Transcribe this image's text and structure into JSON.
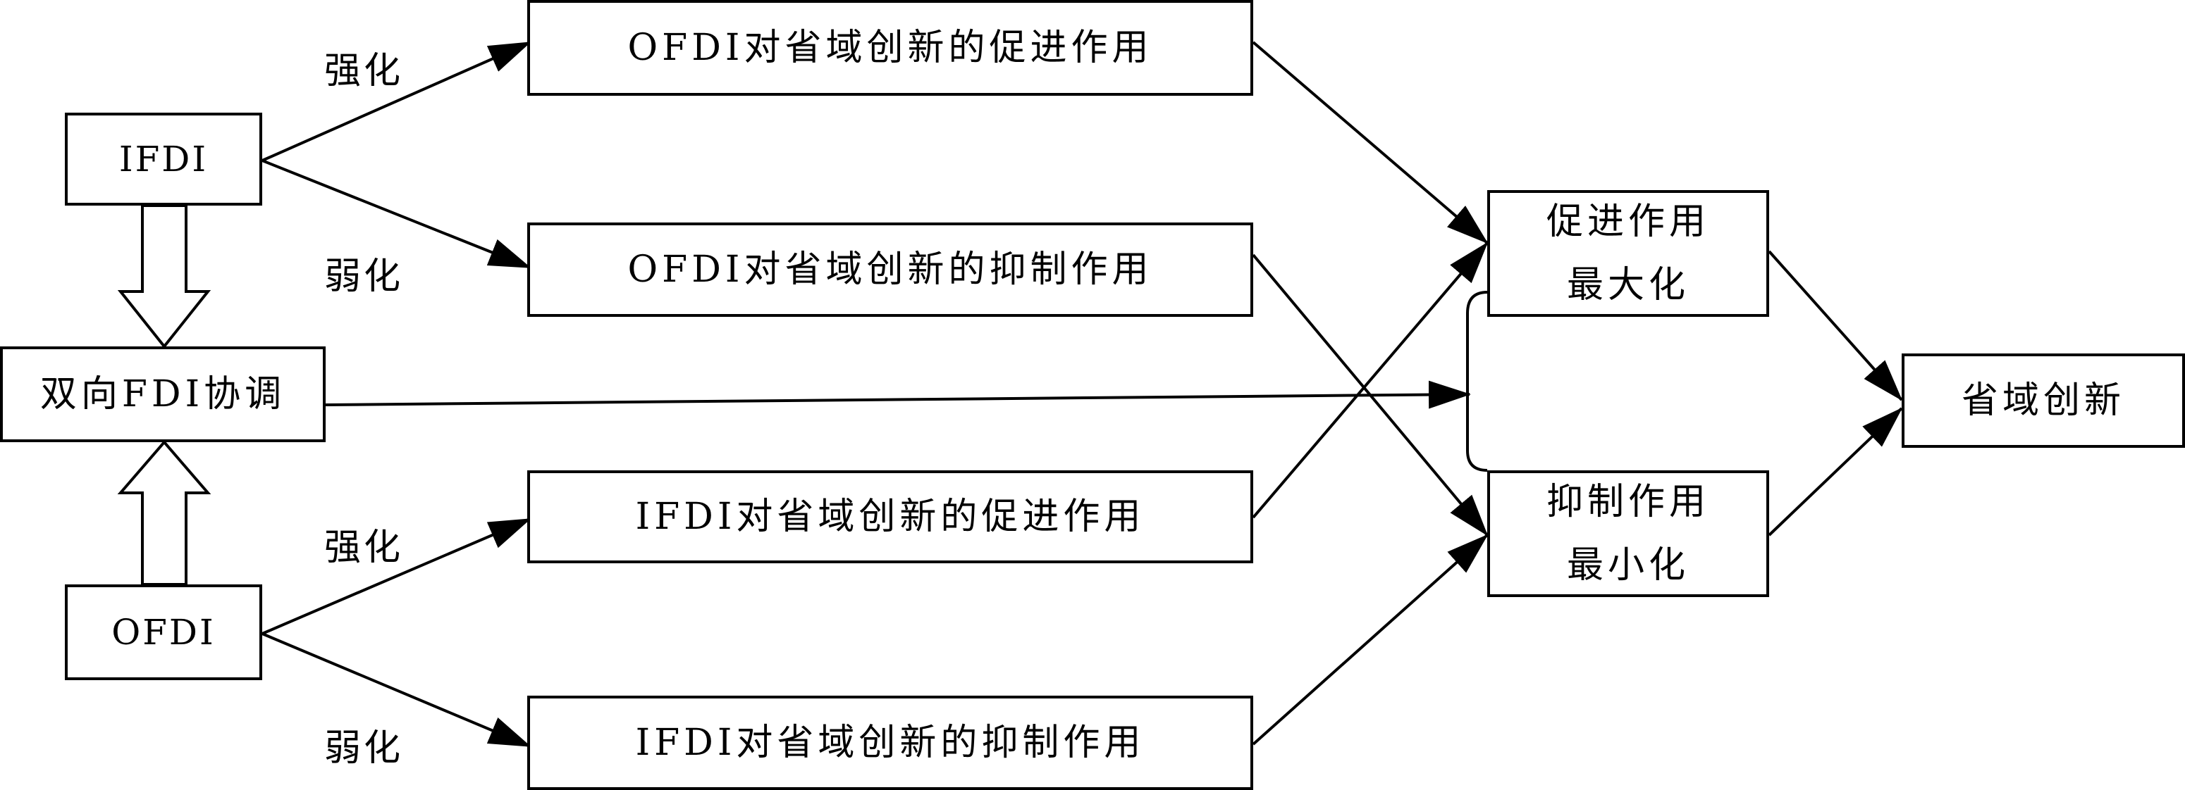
{
  "nodes": {
    "ifdi": "IFDI",
    "ofdi": "OFDI",
    "coord": "双向FDI协调",
    "ofdi_promote": "OFDI对省域创新的促进作用",
    "ofdi_inhibit": "OFDI对省域创新的抑制作用",
    "ifdi_promote": "IFDI对省域创新的促进作用",
    "ifdi_inhibit": "IFDI对省域创新的抑制作用",
    "max_line1": "促进作用",
    "max_line2": "最大化",
    "min_line1": "抑制作用",
    "min_line2": "最小化",
    "result": "省域创新"
  },
  "edge_labels": {
    "strengthen_top": "强化",
    "weaken_top": "弱化",
    "strengthen_bottom": "强化",
    "weaken_bottom": "弱化"
  }
}
